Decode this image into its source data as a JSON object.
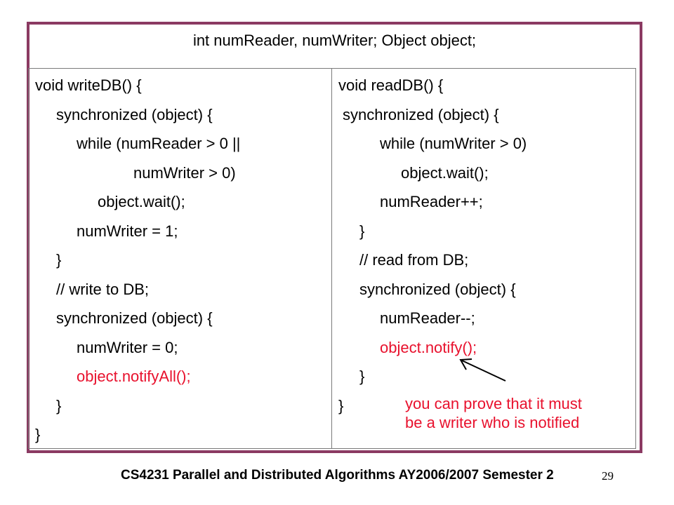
{
  "header": "int numReader, numWriter; Object object;",
  "left_code": [
    "void writeDB() {",
    "synchronized (object) {",
    "while (numReader > 0 ||",
    "numWriter > 0)",
    "object.wait();",
    "numWriter = 1;",
    "}",
    "// write to DB;",
    "synchronized (object) {",
    "numWriter = 0;",
    "object.notifyAll();",
    "}",
    "}"
  ],
  "right_code": [
    "void readDB() {",
    "synchronized (object) {",
    "while (numWriter > 0)",
    "object.wait();",
    "numReader++;",
    "}",
    "// read from DB;",
    "synchronized (object) {",
    "numReader--;",
    "object.notify();",
    "}",
    "}"
  ],
  "note": {
    "line1": "you can prove that it must",
    "line2": "be a writer who is notified"
  },
  "footer": "CS4231 Parallel and Distributed Algorithms AY2006/2007 Semester 2",
  "page_number": "29",
  "colors": {
    "frame": "#8b3a62",
    "highlight": "#e8112d",
    "divider": "#7a7a7a"
  }
}
